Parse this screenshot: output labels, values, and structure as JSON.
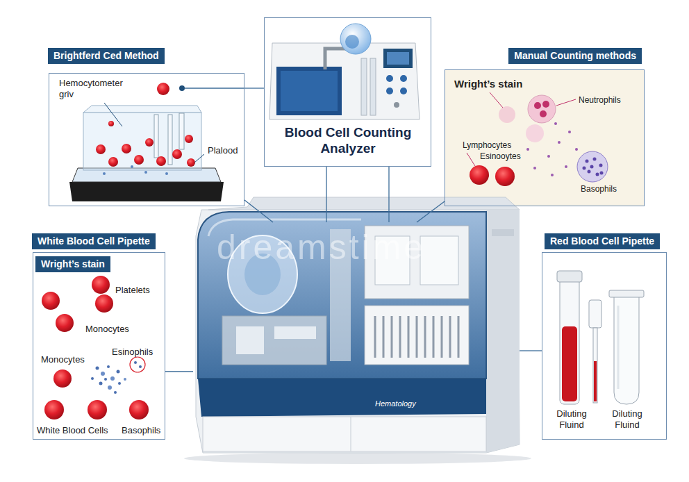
{
  "diagram": {
    "nodes": [
      {
        "text": [
          "Brightferd Ced Method",
          "Hemocytometer griv",
          "Plalood"
        ]
      },
      {
        "text": [
          "Blood Cell Counting Analyzer"
        ]
      },
      {
        "text": [
          "Manual Counting methods",
          "Wright’s stain",
          "Neutrophils",
          "Lymphocytes",
          "Esinooytes",
          "Basophils"
        ]
      },
      {
        "text": [
          "White Blood Cell Pipette",
          "Wright’s stain",
          "Platelets",
          "Monocytes",
          "Esinophils",
          "Monocytes",
          "White Blood Cells",
          "Basophils"
        ]
      },
      {
        "text": [
          "Hematology"
        ]
      },
      {
        "text": [
          "Red Blood Cell Pipette",
          "Diluting Fluind",
          "Diluting Fluind"
        ]
      }
    ],
    "edges": [
      {
        "from": 0,
        "to": 1,
        "arrow": "none"
      },
      {
        "from": 0,
        "to": 4,
        "arrow": "none"
      },
      {
        "from": 1,
        "to": 4,
        "arrow": "none"
      },
      {
        "from": 1,
        "to": 4,
        "arrow": "none"
      },
      {
        "from": 2,
        "to": 4,
        "arrow": "none"
      },
      {
        "from": 3,
        "to": 4,
        "arrow": "none"
      },
      {
        "from": 5,
        "to": 4,
        "arrow": "none"
      }
    ],
    "labels": [
      "dreamstime"
    ]
  }
}
